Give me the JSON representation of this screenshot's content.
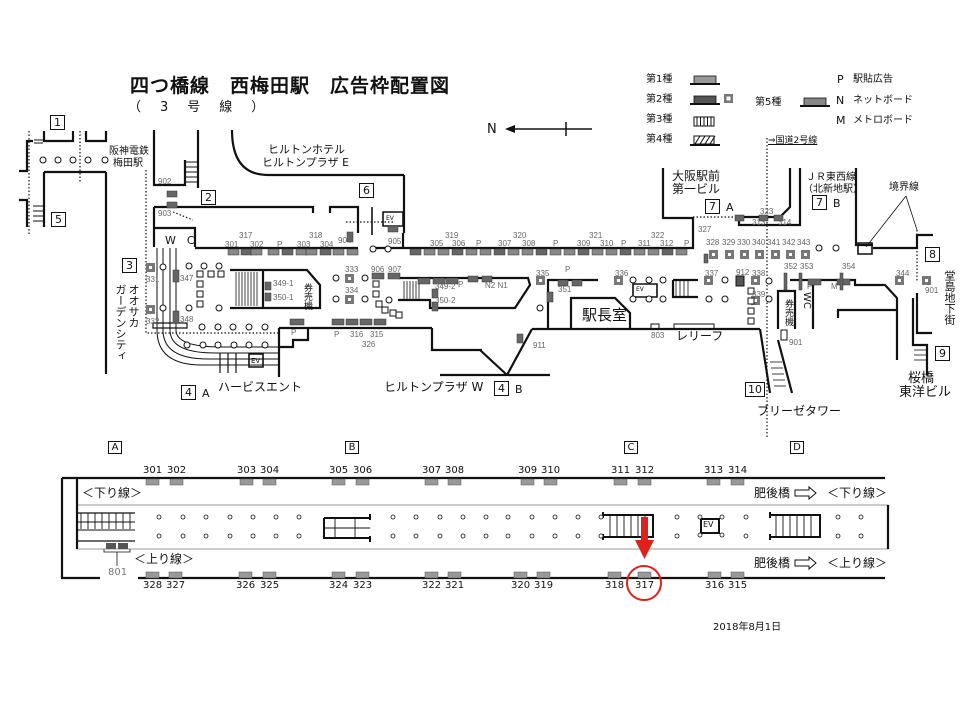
{
  "title": "四つ橋線　西梅田駅　広告枠配置図",
  "subtitle": "（　3　号　線　）",
  "compass": {
    "north": "N"
  },
  "legend": {
    "type1": "第1種",
    "type2": "第2種",
    "type3": "第3種",
    "type4": "第4種",
    "type5": "第5種",
    "p": "P",
    "p_label": "駅貼広告",
    "n": "N",
    "n_label": "ネットボード",
    "m": "M",
    "m_label": "メトロボード"
  },
  "places": [
    "阪神電鉄",
    "梅田駅",
    "ヒルトンホテル",
    "ヒルトンプラザ E",
    "大阪駅前",
    "第一ビル",
    "ＪＲ東西線",
    "（北新地駅）",
    "境界線",
    "⇒国道2号線",
    "オオサカ",
    "ガーデンシティ",
    "ハービスエント",
    "ヒルトンプラザ W",
    "駅長室",
    "レリーフ",
    "券売機",
    "券売機",
    "W　C",
    "WC",
    "堂島地下街",
    "桜橋",
    "東洋ビル",
    "ブリーゼタワー",
    "EV",
    "EV",
    "EV"
  ],
  "exits": [
    {
      "num": "1",
      "suffix": ""
    },
    {
      "num": "2",
      "suffix": ""
    },
    {
      "num": "3",
      "suffix": ""
    },
    {
      "num": "4",
      "suffix": "A"
    },
    {
      "num": "4",
      "suffix": "B"
    },
    {
      "num": "5",
      "suffix": ""
    },
    {
      "num": "6",
      "suffix": ""
    },
    {
      "num": "7",
      "suffix": "A"
    },
    {
      "num": "7",
      "suffix": "B"
    },
    {
      "num": "8",
      "suffix": ""
    },
    {
      "num": "9",
      "suffix": ""
    },
    {
      "num": "10",
      "suffix": ""
    }
  ],
  "concourse_ads": [
    "902",
    "903",
    "317",
    "301",
    "302",
    "P",
    "303",
    "318",
    "304",
    "904",
    "905",
    "P",
    "305",
    "319",
    "306",
    "320",
    "307",
    "308",
    "P",
    "309",
    "321",
    "310",
    "P",
    "311",
    "322",
    "312",
    "P",
    "327",
    "328",
    "329",
    "330",
    "340",
    "341",
    "342",
    "343",
    "323",
    "313",
    "314",
    "352",
    "353",
    "354",
    "335",
    "P",
    "351",
    "336",
    "337",
    "912",
    "338",
    "339",
    "803",
    "901",
    "911",
    "344",
    "901",
    "331",
    "332",
    "347",
    "348",
    "349-1",
    "350-1",
    "333",
    "334",
    "906",
    "907",
    "349-2",
    "P",
    "350-2",
    "N2 N1",
    "P",
    "P",
    "316",
    "315",
    "326",
    "P",
    "M"
  ],
  "platform": {
    "sections": [
      "A",
      "B",
      "C",
      "D"
    ],
    "down_line": "＜下り線＞",
    "up_line": "＜上り線＞",
    "destination": "肥後橋",
    "ev": "EV",
    "bench_ad": "801",
    "top_ads": [
      "301",
      "302",
      "303",
      "304",
      "305",
      "306",
      "307",
      "308",
      "309",
      "310",
      "311",
      "312",
      "313",
      "314"
    ],
    "bottom_ads": [
      "328",
      "327",
      "326",
      "325",
      "324",
      "323",
      "322",
      "321",
      "320",
      "319",
      "318",
      "317",
      "316",
      "315"
    ]
  },
  "highlight": {
    "ad": "317",
    "color": "#e0201a"
  },
  "date": "2018年8月1日"
}
